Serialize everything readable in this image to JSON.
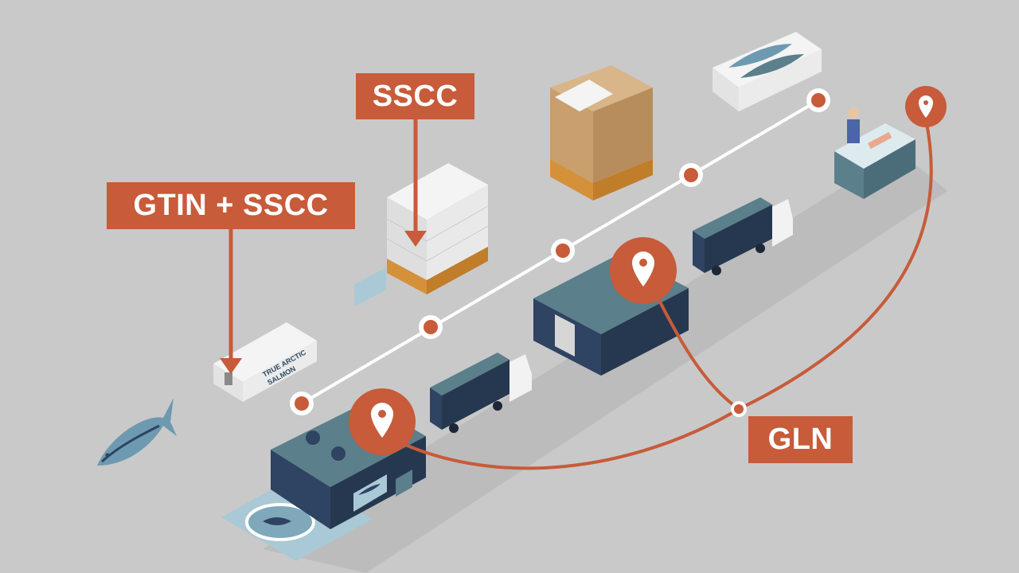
{
  "labels": {
    "gtin_sscc": "GTIN + SSCC",
    "sscc": "SSCC",
    "gln": "GLN"
  },
  "brand": {
    "line1": "TRUE ARCTIC",
    "line2": "SALMON"
  },
  "colors": {
    "background": "#c9c9c9",
    "accent": "#c75b3a",
    "building": "#2f4362",
    "building_roof": "#5b7f8b",
    "truck_trailer": "#2f4362",
    "truck_cab": "#f2f2f2",
    "cardboard": "#c99f6e",
    "pallet": "#d4913a",
    "fish": "#6d9ab0"
  },
  "icons": [
    "location-pin-icon",
    "salmon-icon",
    "truck-icon",
    "warehouse-icon",
    "pallet-icon",
    "box-icon",
    "fish-counter-icon",
    "fish-farm-icon"
  ]
}
